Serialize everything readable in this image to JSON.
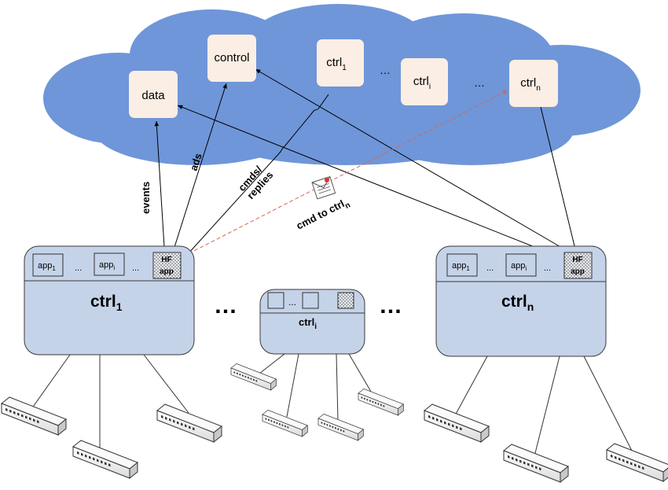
{
  "cloud": {
    "boxes": {
      "data": "data",
      "control": "control",
      "ctrl1": "ctrl",
      "ctrl1_sub": "1",
      "ctrli": "ctrl",
      "ctrli_sub": "i",
      "ctrln": "ctrl",
      "ctrln_sub": "n",
      "ellipsis_a": "…",
      "ellipsis_b": "…"
    }
  },
  "edge_labels": {
    "events": "events",
    "ads": "ads",
    "cmds_line1": "cmds/",
    "cmds_line2": "replies",
    "cmd_to": "cmd to ctrl",
    "cmd_to_sub": "n"
  },
  "controllers": {
    "left": {
      "title": "ctrl",
      "sub": "1",
      "app1": "app",
      "app1_sub": "1",
      "appi": "app",
      "appi_sub": "i",
      "ellipsis1": "...",
      "ellipsis2": "...",
      "hf_line1": "HF",
      "hf_line2": "app"
    },
    "middle": {
      "title": "ctrl",
      "sub": "i",
      "ellipsis": "..."
    },
    "right": {
      "title": "ctrl",
      "sub": "n",
      "app1": "app",
      "app1_sub": "1",
      "appi": "app",
      "appi_sub": "i",
      "ellipsis1": "...",
      "ellipsis2": "...",
      "hf_line1": "HF",
      "hf_line2": "app"
    }
  },
  "separators": {
    "left_dots": "…",
    "right_dots": "…"
  },
  "colors": {
    "cloud": "#6f96d9",
    "cloud_box": "#fbeee4",
    "controller_fill": "#c5d3e9",
    "controller_stroke": "#3a3a3a",
    "dashed_arrow": "#d4684f",
    "switch_fill": "#f2f2f2"
  },
  "icons": {
    "switch": "network-switch-icon",
    "envelope": "message-envelope-icon"
  }
}
